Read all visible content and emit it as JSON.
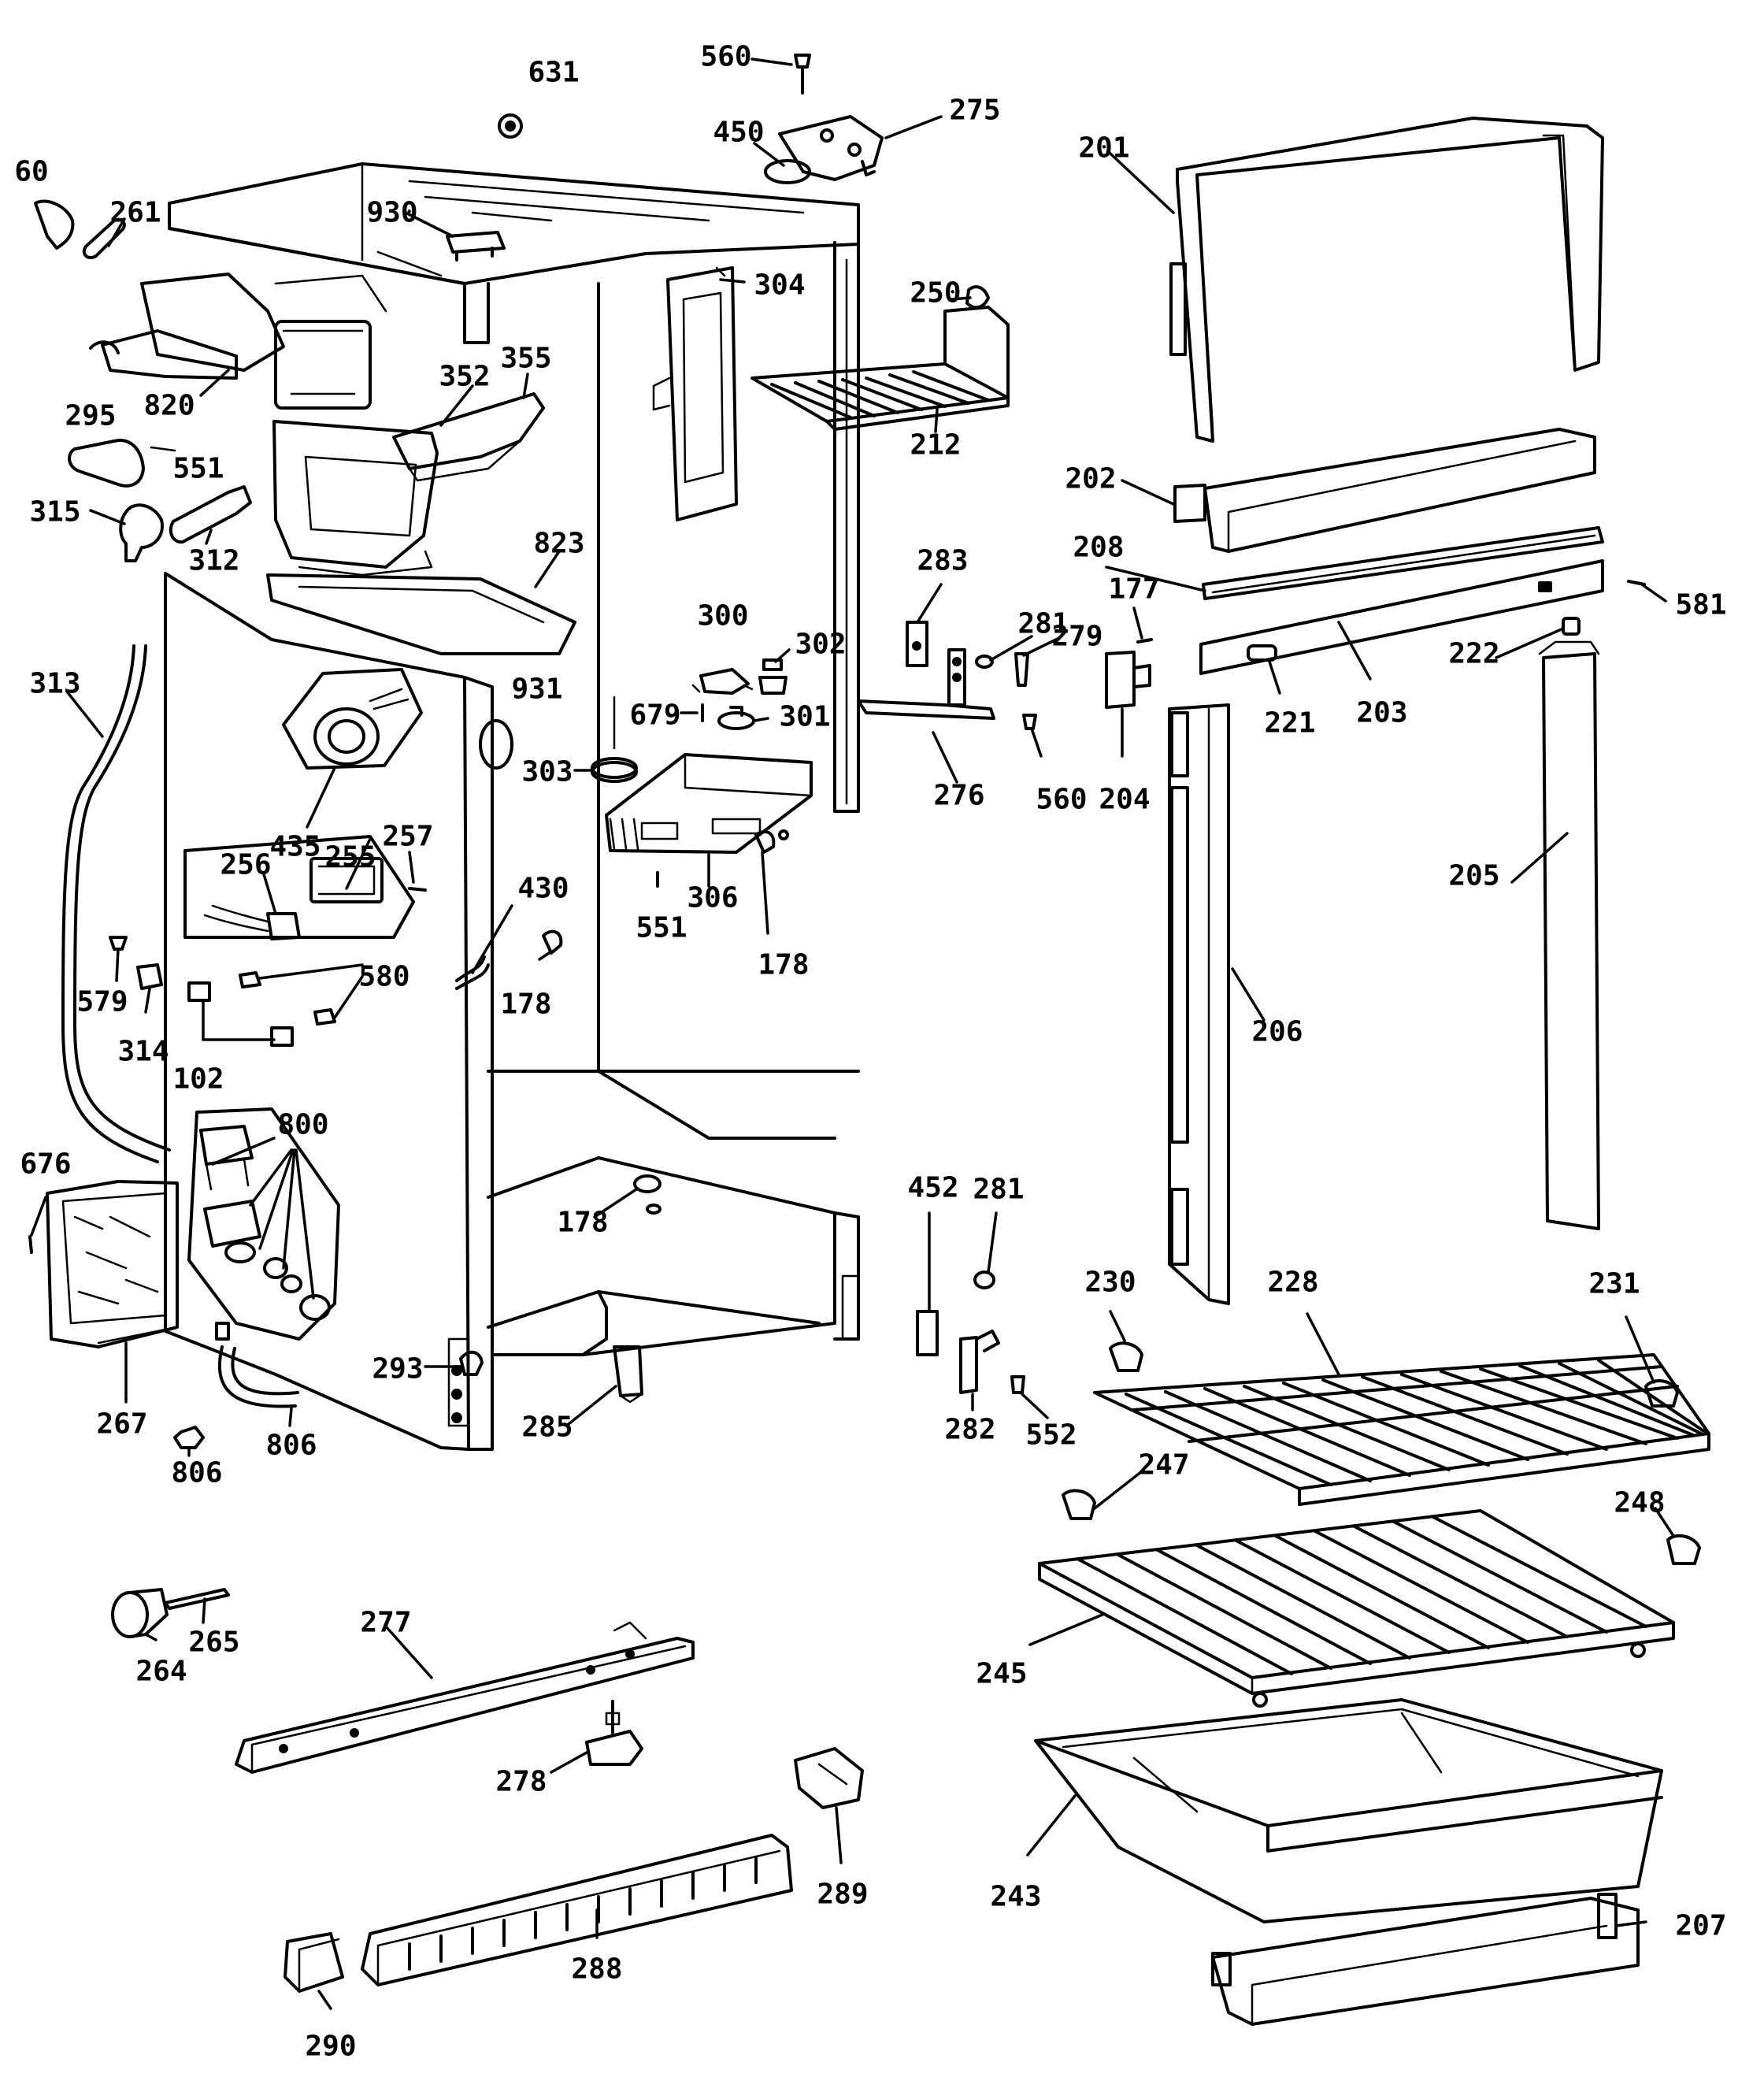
{
  "callouts": [
    {
      "id": "c60",
      "text": "60"
    },
    {
      "id": "c261",
      "text": "261"
    },
    {
      "id": "c631",
      "text": "631"
    },
    {
      "id": "c560a",
      "text": "560"
    },
    {
      "id": "c450",
      "text": "450"
    },
    {
      "id": "c275",
      "text": "275"
    },
    {
      "id": "c201",
      "text": "201"
    },
    {
      "id": "c930",
      "text": "930"
    },
    {
      "id": "c304",
      "text": "304"
    },
    {
      "id": "c250",
      "text": "250"
    },
    {
      "id": "c820",
      "text": "820"
    },
    {
      "id": "c352",
      "text": "352"
    },
    {
      "id": "c355",
      "text": "355"
    },
    {
      "id": "c295",
      "text": "295"
    },
    {
      "id": "c551a",
      "text": "551"
    },
    {
      "id": "c212",
      "text": "212"
    },
    {
      "id": "c202",
      "text": "202"
    },
    {
      "id": "c315",
      "text": "315"
    },
    {
      "id": "c312",
      "text": "312"
    },
    {
      "id": "c823",
      "text": "823"
    },
    {
      "id": "c208",
      "text": "208"
    },
    {
      "id": "c283",
      "text": "283"
    },
    {
      "id": "c177",
      "text": "177"
    },
    {
      "id": "c581",
      "text": "581"
    },
    {
      "id": "c281a",
      "text": "281"
    },
    {
      "id": "c300",
      "text": "300"
    },
    {
      "id": "c302",
      "text": "302"
    },
    {
      "id": "c279",
      "text": "279"
    },
    {
      "id": "c222",
      "text": "222"
    },
    {
      "id": "c313",
      "text": "313"
    },
    {
      "id": "c931",
      "text": "931"
    },
    {
      "id": "c679",
      "text": "679"
    },
    {
      "id": "c301",
      "text": "301"
    },
    {
      "id": "c221",
      "text": "221"
    },
    {
      "id": "c203",
      "text": "203"
    },
    {
      "id": "c303",
      "text": "303"
    },
    {
      "id": "c276",
      "text": "276"
    },
    {
      "id": "c560b",
      "text": "560"
    },
    {
      "id": "c204",
      "text": "204"
    },
    {
      "id": "c435",
      "text": "435"
    },
    {
      "id": "c255",
      "text": "255"
    },
    {
      "id": "c257",
      "text": "257"
    },
    {
      "id": "c256",
      "text": "256"
    },
    {
      "id": "c430",
      "text": "430"
    },
    {
      "id": "c205",
      "text": "205"
    },
    {
      "id": "c551b",
      "text": "551"
    },
    {
      "id": "c306",
      "text": "306"
    },
    {
      "id": "c178a",
      "text": "178"
    },
    {
      "id": "c580",
      "text": "580"
    },
    {
      "id": "c579",
      "text": "579"
    },
    {
      "id": "c178b",
      "text": "178"
    },
    {
      "id": "c314",
      "text": "314"
    },
    {
      "id": "c206",
      "text": "206"
    },
    {
      "id": "c102",
      "text": "102"
    },
    {
      "id": "c800",
      "text": "800"
    },
    {
      "id": "c676",
      "text": "676"
    },
    {
      "id": "c452",
      "text": "452"
    },
    {
      "id": "c281b",
      "text": "281"
    },
    {
      "id": "c178c",
      "text": "178"
    },
    {
      "id": "c230",
      "text": "230"
    },
    {
      "id": "c228",
      "text": "228"
    },
    {
      "id": "c231",
      "text": "231"
    },
    {
      "id": "c293",
      "text": "293"
    },
    {
      "id": "c267",
      "text": "267"
    },
    {
      "id": "c285",
      "text": "285"
    },
    {
      "id": "c282",
      "text": "282"
    },
    {
      "id": "c552",
      "text": "552"
    },
    {
      "id": "c806a",
      "text": "806"
    },
    {
      "id": "c806b",
      "text": "806"
    },
    {
      "id": "c247",
      "text": "247"
    },
    {
      "id": "c248",
      "text": "248"
    },
    {
      "id": "c264",
      "text": "264"
    },
    {
      "id": "c265",
      "text": "265"
    },
    {
      "id": "c277",
      "text": "277"
    },
    {
      "id": "c245",
      "text": "245"
    },
    {
      "id": "c278",
      "text": "278"
    },
    {
      "id": "c289",
      "text": "289"
    },
    {
      "id": "c243",
      "text": "243"
    },
    {
      "id": "c207",
      "text": "207"
    },
    {
      "id": "c288",
      "text": "288"
    },
    {
      "id": "c290",
      "text": "290"
    }
  ]
}
